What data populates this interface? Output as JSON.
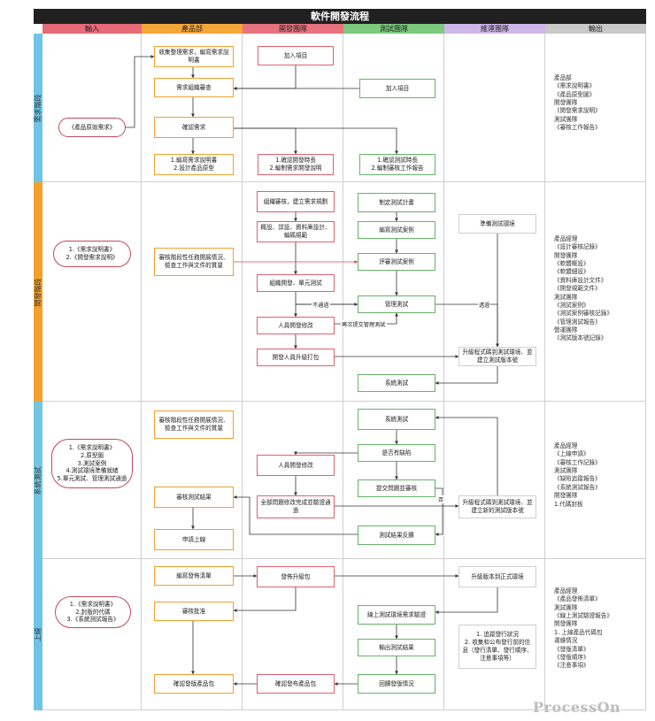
{
  "title": "軟件開發流程",
  "columns": [
    "輸入",
    "產品部",
    "開發團隊",
    "測試團隊",
    "維運團隊",
    "輸出"
  ],
  "column_colors": [
    "#e66a77",
    "#f4a63a",
    "#e8737f",
    "#7dc97e",
    "#cdb6e8",
    "#c9c9c9"
  ],
  "lanes": [
    "需求階段",
    "開發階段",
    "系統測試",
    "上線"
  ],
  "nodes": {
    "p1_input": "《產品原始需求》",
    "p1_collect": "收集整理需求，編寫需求說明書",
    "p1_join_dev": "加入項目",
    "p1_review": "需求組織審查",
    "p1_join_test": "加入項目",
    "p1_confirm": "確認需求",
    "p1_prod_out": "1.編寫需求說明書\n2.設計產品原型",
    "p1_dev_out": "1.確認開發時長\n2.編制需求開發說明",
    "p1_test_out": "1.確認測試時長\n2.編制審核工作報告",
    "p2_input": "1.《需求說明書》\n2.《開發需求說明》",
    "p2_prod_review": "審核階段性任務開展情況、檢查工作與文件的質量",
    "p2_org_review": "組織審核，建立需求規劃",
    "p2_design": "概設、詳設、資料庫設計、編碼規範",
    "p2_code": "組織開發、單元測試",
    "p2_fix": "人員開發修改",
    "p2_upgrade": "開發人員升級打包",
    "p2_plan": "制定測試計畫",
    "p2_cases": "編寫測試案例",
    "p2_review_cases": "評審測試案例",
    "p2_manage": "管理測試",
    "p2_system": "系統測試",
    "p2_env": "準備測試環境",
    "p2_deploy": "升級程式碼到測試環境、並建立測試版本號",
    "p3_input": "1.《需求說明書》\n2.原型圖\n3.測試案例\n4.測試環境準備就緒\n5.單元測試、管理測試通過",
    "p3_prod_review": "審核階段性任務開展情況、檢查工作與文件的質量",
    "p3_results": "審核測試結果",
    "p3_launch": "申請上線",
    "p3_fix": "人員開發修改",
    "p3_fix_all": "全部問題修改完成並驗證通過",
    "p3_system": "系統測試",
    "p3_defect": "是否有缺陷",
    "p3_submit": "提交問題並審核",
    "p3_feedback": "測試結果反饋",
    "p3_deploy": "升級程式碼到測試環境、並建立新的測試版本號",
    "p4_input": "1.《需求說明書》\n2.封版的代碼\n3.《系統測試報告》",
    "p4_notes": "編寫發佈清單",
    "p4_approve": "審核批准",
    "p4_confirm_prod": "確認發版產品包",
    "p4_publish": "發佈升級包",
    "p4_confirm_dev": "確認發布產品包",
    "p4_upgrade_prod": "升級版本到正式環境",
    "p4_verify": "線上測試環境需求驗證",
    "p4_report": "輸出測試結果",
    "p4_feedback": "回饋發版情況",
    "p4_ops": "1. 追蹤發行狀況\n2. 收集和公布發行前的信息（發行清單、發行順序、注意事項等）"
  },
  "edge_labels": {
    "not_pass": "不通過",
    "pass": "透過",
    "resubmit": "再次提交管理測試",
    "no": "否"
  },
  "outputs": [
    "產品部\n《需求說明書》\n《產品原型圖》\n開發團隊\n《開發需求說明》\n測試團隊\n《審核工作報告》",
    "產品經理\n《設計審核記錄》\n開發團隊\n《軟體概設》\n《軟體細設》\n《資料庫設計文件》\n《開發規範文件》\n測試團隊\n《測試案例》\n《測試案例審核記錄》\n《管理測試報告》\n營運團隊\n《測試版本號記錄》",
    "產品經理\n《上線申請》\n《審核工作記錄》\n測試團隊\n《缺陷追蹤報告》\n《系統測試報告》\n開發團隊\n1.代碼封板",
    "產品經理\n《產品發佈清單》\n測試團隊\n《線上測試驗證報告》\n開發團隊\n1. 上線產品代碼包\n運維情況\n《發版清單》\n《發版順序》\n《注意事項》"
  ],
  "watermark": "ProcessOn"
}
